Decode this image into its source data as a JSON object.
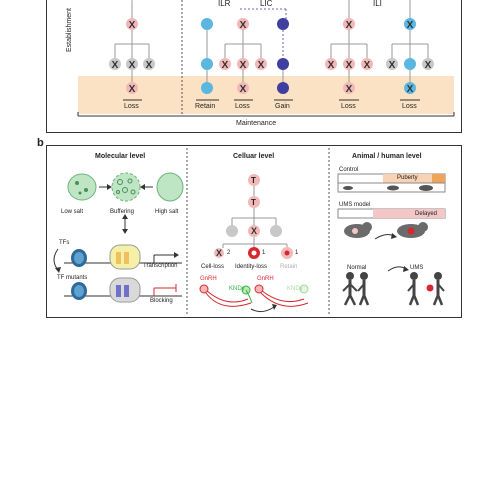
{
  "panel_a": {
    "col_labels": {
      "ilr": "ILR",
      "lic": "LIC",
      "ili": "ILI"
    },
    "side_label": "Establishment",
    "bottom_labels": [
      "Loss",
      "Retain",
      "Loss",
      "Gain",
      "Loss",
      "Loss"
    ],
    "maintenance": "Maintenance"
  },
  "panel_b": {
    "letter": "b",
    "sections": {
      "molecular": "Molecular level",
      "cellular": "Celluar level",
      "animal": "Animal / human level"
    },
    "molecular": {
      "low_salt": "Low salt",
      "buffering": "Buffering",
      "high_salt": "High salt",
      "tfs": "TFs",
      "tf_mutants": "TF mutants",
      "transcription": "Transcription",
      "blocking": "Blocking"
    },
    "cellular": {
      "marker_t": "T",
      "count_x": "2",
      "count_red": "1",
      "count_retain": "1",
      "cell_loss": "Cell-loss",
      "identity_loss": "Identity-loss",
      "retain": "Retain",
      "gnrh_left": "GnRH",
      "gnrh_right": "GnRH",
      "kndy_left": "KNDy",
      "kndy_right": "KNDy"
    },
    "animal": {
      "control": "Control",
      "puberty": "Puberty",
      "ums_model": "UMS model",
      "delayed": "Delayed",
      "normal": "Normal",
      "ums": "UMS"
    }
  },
  "colors": {
    "pink": "#f2b8b8",
    "light_blue": "#5bb6e0",
    "dark_blue": "#3f3fa0",
    "gray": "#c8c8c8",
    "maintenance_band": "#fbe2c4",
    "red": "#d7282f",
    "green": "#35b34a",
    "puberty_orange": "#f0a35a",
    "delayed_pink": "#f5c6c6"
  }
}
